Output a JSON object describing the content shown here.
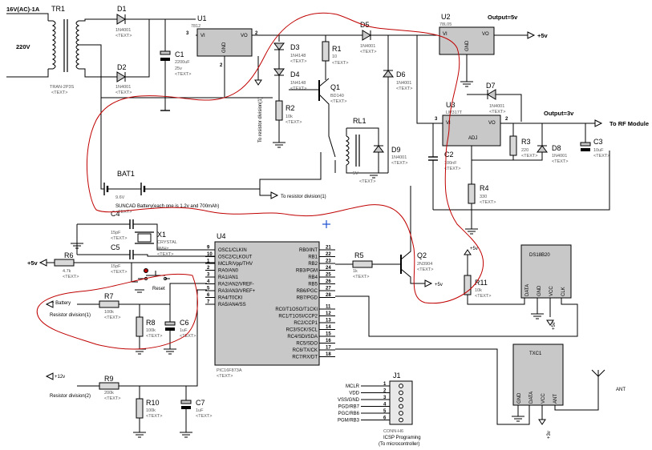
{
  "supply_label": "16V(AC)-1A",
  "mains_label": "220V",
  "gtext": "<TEXT>",
  "components": {
    "tr1": {
      "ref": "TR1",
      "value": "TRAN-2P3S"
    },
    "d1": {
      "ref": "D1",
      "value": "1N4001"
    },
    "d2": {
      "ref": "D2",
      "value": "1N4001"
    },
    "c1": {
      "ref": "C1",
      "value": "2200uF",
      "value2": "25v"
    },
    "u1": {
      "ref": "U1",
      "value": "7812"
    },
    "d3": {
      "ref": "D3",
      "value": "1N4148"
    },
    "d4": {
      "ref": "D4",
      "value": "1N4148"
    },
    "r1": {
      "ref": "R1",
      "value": "10"
    },
    "r2": {
      "ref": "R2",
      "value": "10k"
    },
    "q1": {
      "ref": "Q1",
      "value": "BD140"
    },
    "d5": {
      "ref": "D5",
      "value": "1N4001"
    },
    "d6": {
      "ref": "D6",
      "value": "1N4001"
    },
    "u2": {
      "ref": "U2",
      "value": "78L05"
    },
    "d7": {
      "ref": "D7",
      "value": "1N4001"
    },
    "u3": {
      "ref": "U3",
      "value": "LM317T"
    },
    "rl1": {
      "ref": "RL1",
      "value": "5V"
    },
    "d9": {
      "ref": "D9",
      "value": "1N4001"
    },
    "c2": {
      "ref": "C2",
      "value": "100nF"
    },
    "r3": {
      "ref": "R3",
      "value": "220"
    },
    "d8": {
      "ref": "D8",
      "value": "1N4001"
    },
    "c3": {
      "ref": "C3",
      "value": "10uF"
    },
    "r4": {
      "ref": "R4",
      "value": "330"
    },
    "bat1": {
      "ref": "BAT1",
      "value": "9.6V"
    },
    "c4": {
      "ref": "C4",
      "value": "15pF"
    },
    "c5": {
      "ref": "C5",
      "value": "15pF"
    },
    "x1": {
      "ref": "X1",
      "value": "CRYSTAL",
      "value2": "4MHz"
    },
    "r6": {
      "ref": "R6",
      "value": "4.7k"
    },
    "u4": {
      "ref": "U4",
      "value": "PIC16F873A"
    },
    "r5": {
      "ref": "R5",
      "value": "1k"
    },
    "q2": {
      "ref": "Q2",
      "value": "2N3904"
    },
    "r11": {
      "ref": "R11",
      "value": "10k"
    },
    "r7": {
      "ref": "R7",
      "value": "100k"
    },
    "r8": {
      "ref": "R8",
      "value": "100k"
    },
    "c6": {
      "ref": "C6",
      "value": "1uF"
    },
    "r9": {
      "ref": "R9",
      "value": "200k"
    },
    "r10": {
      "ref": "R10",
      "value": "100k"
    },
    "c7": {
      "ref": "C7",
      "value": "1uF"
    },
    "j1": {
      "ref": "J1",
      "value": "CONN-H6"
    },
    "txc1": {
      "ref": "TXC1"
    },
    "ds1820": {
      "ref": "DS18B20"
    }
  },
  "labels": {
    "output5v": "Output=5v",
    "output3v": "Output=3v",
    "plus5v_u2": "+5v",
    "to_rf": "To RF Module",
    "to_resistor_divisor": "To resistor division(1)",
    "resistor_div1": "Resistor division(1)",
    "resistor_div2": "Resistor division(2)",
    "battery_note": "SUNCAD Battery(each one is 1.2v and 700mAh)",
    "battery_label": "+ Battery",
    "plus5v_r6": "+5v",
    "plus12v": "+12v",
    "reset": "Reset",
    "plus5v_q2": "+5v",
    "plus5v_r11": "+5v",
    "plus5v_ds": "+5v",
    "plus3v_txc": "+3v",
    "ant": "ANT",
    "isp1": "ICSP Programing",
    "isp2": "(To microcontroller)"
  },
  "u4_left_pins": [
    {
      "n": "9",
      "s": "OSC1/CLKIN"
    },
    {
      "n": "10",
      "s": "OSC2/CLKOUT"
    },
    {
      "n": "1",
      "s": "MCLR/Vpp/THV"
    },
    {
      "n": "2",
      "s": "RA0/AN0"
    },
    {
      "n": "3",
      "s": "RA1/AN1"
    },
    {
      "n": "4",
      "s": "RA2/AN2/VREF-"
    },
    {
      "n": "5",
      "s": "RA3/AN3/VREF+"
    },
    {
      "n": "6",
      "s": "RA4/T0CKI"
    },
    {
      "n": "7",
      "s": "RA5/AN4/SS"
    }
  ],
  "u4_right_pins": [
    {
      "n": "21",
      "s": "RB0/INT"
    },
    {
      "n": "22",
      "s": "RB1"
    },
    {
      "n": "23",
      "s": "RB2"
    },
    {
      "n": "24",
      "s": "RB3/PGM"
    },
    {
      "n": "25",
      "s": "RB4"
    },
    {
      "n": "26",
      "s": "RB5"
    },
    {
      "n": "27",
      "s": "RB6/PGC"
    },
    {
      "n": "28",
      "s": "RB7/PGD"
    },
    {
      "n": "11",
      "s": "RC0/T1OSO/T1CKI"
    },
    {
      "n": "12",
      "s": "RC1/T1OSI/CCP2"
    },
    {
      "n": "13",
      "s": "RC2/CCP1"
    },
    {
      "n": "14",
      "s": "RC3/SCK/SCL"
    },
    {
      "n": "15",
      "s": "RC4/SDI/SDA"
    },
    {
      "n": "16",
      "s": "RC5/SDO"
    },
    {
      "n": "17",
      "s": "RC6/TX/CK"
    },
    {
      "n": "18",
      "s": "RC7/RX/DT"
    }
  ],
  "j1_pins": [
    {
      "n": "1",
      "s": "MCLR"
    },
    {
      "n": "2",
      "s": "VDD"
    },
    {
      "n": "3",
      "s": "VSS/GND"
    },
    {
      "n": "4",
      "s": "PGD/RB7"
    },
    {
      "n": "5",
      "s": "PGC/RB6"
    },
    {
      "n": "6",
      "s": "PGM/RB3"
    }
  ],
  "reg_pins": {
    "vi": "VI",
    "vo": "VO",
    "gnd": "GND",
    "adj": "ADJ"
  },
  "ds_pins": [
    "DATA",
    "GND",
    "VCC",
    "CLK"
  ],
  "txc_pins": [
    "GND",
    "DATA",
    "VCC",
    "ANT"
  ]
}
